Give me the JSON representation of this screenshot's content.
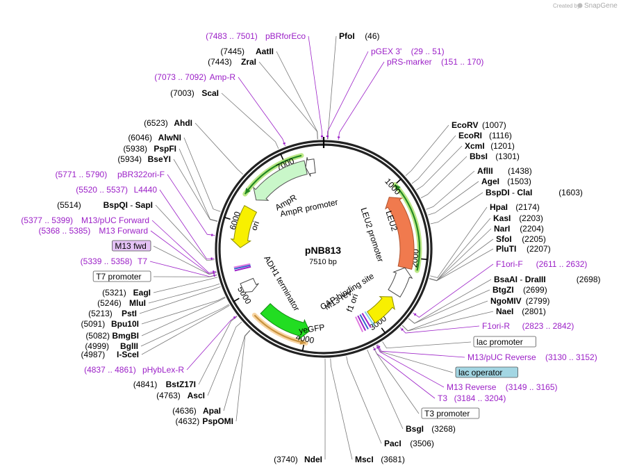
{
  "branding": {
    "created_by": "Created by",
    "product": "SnapGene"
  },
  "plasmid": {
    "name": "pNB813",
    "length": "7510 bp",
    "total_bp": 7510
  },
  "ticks": [
    {
      "bp": 1000,
      "label": "1000"
    },
    {
      "bp": 2000,
      "label": "2000"
    },
    {
      "bp": 3000,
      "label": "3000"
    },
    {
      "bp": 4000,
      "label": "4000"
    },
    {
      "bp": 5000,
      "label": "5000"
    },
    {
      "bp": 6000,
      "label": "6000"
    },
    {
      "bp": 7000,
      "label": "7000"
    }
  ],
  "features": [
    {
      "id": "leu2",
      "label": "LEU2",
      "start": 1080,
      "end": 2150,
      "color": "#f07a4e",
      "outline": "#b0522c"
    },
    {
      "id": "leu2-promoter",
      "label": "LEU2 promoter",
      "start": 2150,
      "end": 2550,
      "color": "#ffffff",
      "outline": "#444444"
    },
    {
      "id": "f1-ori",
      "label": "f1 ori",
      "start": 2610,
      "end": 3030,
      "color": "#f8f000",
      "outline": "#8a8a00"
    },
    {
      "id": "yegfp",
      "label": "yeGFP",
      "start": 3960,
      "end": 4680,
      "color": "#22dd22",
      "outline": "#118811"
    },
    {
      "id": "adh1-terminator",
      "label": "ADH1 terminator",
      "start": 4990,
      "end": 5160,
      "color": "#ffffff",
      "outline": "#444444"
    },
    {
      "id": "ori",
      "label": "ori",
      "start": 5650,
      "end": 6230,
      "color": "#f8f000",
      "outline": "#8a8a00"
    },
    {
      "id": "ampr",
      "label": "AmpR",
      "start": 6380,
      "end": 7250,
      "color": "#c9f7c9",
      "outline": "#555555"
    },
    {
      "id": "ampr-promoter",
      "label": "AmpR promoter",
      "start": 7250,
      "end": 7380,
      "color": "#ffffff",
      "outline": "#444444"
    }
  ],
  "small_features": [
    {
      "id": "cap-binding-site",
      "label": "CAP binding site"
    },
    {
      "id": "m13-rev",
      "label": "M13 rev"
    }
  ],
  "outer_arcs": [
    {
      "id": "leu2-orf",
      "start": 1000,
      "end": 2150,
      "color": "#228822",
      "glow": "#b5e57a"
    },
    {
      "id": "gfp-orf",
      "start": 3980,
      "end": 4720,
      "color": "#c8923e",
      "glow": "#f7d09a"
    },
    {
      "id": "ampr-orf",
      "start": 6360,
      "end": 7230,
      "color": "#228822",
      "glow": "#b5e57a"
    }
  ],
  "left_labels": [
    {
      "coord": "(7483 .. 7501)",
      "name": "pBRforEco",
      "type": "primer",
      "bp": 7492
    },
    {
      "coord": "(7445)",
      "name": "AatII",
      "type": "enzyme",
      "bp": 7445
    },
    {
      "coord": "(7443)",
      "name": "ZraI",
      "type": "enzyme",
      "bp": 7443
    },
    {
      "coord": "(7073 .. 7092)",
      "name": "Amp-R",
      "type": "primer",
      "bp": 7082
    },
    {
      "coord": "(7003)",
      "name": "ScaI",
      "type": "enzyme",
      "bp": 7003
    },
    {
      "coord": "(6523)",
      "name": "AhdI",
      "type": "enzyme",
      "bp": 6523
    },
    {
      "coord": "(6046)",
      "name": "AlwNI",
      "type": "enzyme",
      "bp": 6046
    },
    {
      "coord": "(5938)",
      "name": "PspFI",
      "type": "enzyme",
      "bp": 5938
    },
    {
      "coord": "(5934)",
      "name": "BseYI",
      "type": "enzyme",
      "bp": 5934
    },
    {
      "coord": "(5771 .. 5790)",
      "name": "pBR322ori-F",
      "type": "primer",
      "bp": 5780
    },
    {
      "coord": "(5520 .. 5537)",
      "name": "L4440",
      "type": "primer",
      "bp": 5528
    },
    {
      "coord": "(5514)",
      "name": "BspQI",
      "name2": "SapI",
      "type": "enzyme",
      "bp": 5514
    },
    {
      "coord": "(5377 .. 5399)",
      "name": "M13/pUC Forward",
      "type": "primer",
      "bp": 5388
    },
    {
      "coord": "(5368 .. 5385)",
      "name": "M13 Forward",
      "type": "primer",
      "bp": 5376
    },
    {
      "coord": "",
      "name": "M13 fwd",
      "type": "box-purple",
      "bp": 5372
    },
    {
      "coord": "(5339 .. 5358)",
      "name": "T7",
      "type": "primer",
      "bp": 5348
    },
    {
      "coord": "",
      "name": "T7 promoter",
      "type": "box-white",
      "bp": 5345
    },
    {
      "coord": "(5321)",
      "name": "EagI",
      "type": "enzyme",
      "bp": 5321
    },
    {
      "coord": "(5246)",
      "name": "MluI",
      "type": "enzyme",
      "bp": 5246
    },
    {
      "coord": "(5213)",
      "name": "PstI",
      "type": "enzyme",
      "bp": 5213
    },
    {
      "coord": "(5091)",
      "name": "Bpu10I",
      "type": "enzyme",
      "bp": 5091
    },
    {
      "coord": "(5082)",
      "name": "BmgBI",
      "type": "enzyme",
      "bp": 5082
    },
    {
      "coord": "(4999)",
      "name": "BglII",
      "type": "enzyme",
      "bp": 4999
    },
    {
      "coord": "(4987)",
      "name": "I-SceI",
      "type": "enzyme",
      "bp": 4987
    },
    {
      "coord": "(4837 .. 4861)",
      "name": "pHybLex-R",
      "type": "primer",
      "bp": 4849
    },
    {
      "coord": "(4841)",
      "name": "BstZ17I",
      "type": "enzyme",
      "bp": 4841
    },
    {
      "coord": "(4763)",
      "name": "AscI",
      "type": "enzyme",
      "bp": 4763
    },
    {
      "coord": "(4636)",
      "name": "ApaI",
      "type": "enzyme",
      "bp": 4636
    },
    {
      "coord": "(4632)",
      "name": "PspOMI",
      "type": "enzyme",
      "bp": 4632
    },
    {
      "coord": "(3740)",
      "name": "NdeI",
      "type": "enzyme",
      "bp": 3740
    }
  ],
  "right_labels": [
    {
      "coord": "(46)",
      "name": "PfoI",
      "type": "enzyme",
      "bp": 46
    },
    {
      "coord": "(29 .. 51)",
      "name": "pGEX 3'",
      "type": "primer",
      "bp": 40
    },
    {
      "coord": "(151 .. 170)",
      "name": "pRS-marker",
      "type": "primer",
      "bp": 160
    },
    {
      "coord": "(1007)",
      "name": "EcoRV",
      "type": "enzyme",
      "bp": 1007
    },
    {
      "coord": "(1116)",
      "name": "EcoRI",
      "type": "enzyme",
      "bp": 1116
    },
    {
      "coord": "(1201)",
      "name": "XcmI",
      "type": "enzyme",
      "bp": 1201
    },
    {
      "coord": "(1301)",
      "name": "BbsI",
      "type": "enzyme",
      "bp": 1301
    },
    {
      "coord": "(1438)",
      "name": "AflII",
      "type": "enzyme",
      "bp": 1438
    },
    {
      "coord": "(1503)",
      "name": "AgeI",
      "type": "enzyme",
      "bp": 1503
    },
    {
      "coord": "(1603)",
      "name": "BspDI",
      "name2": "ClaI",
      "type": "enzyme",
      "bp": 1603
    },
    {
      "coord": "(2174)",
      "name": "HpaI",
      "type": "enzyme",
      "bp": 2174
    },
    {
      "coord": "(2203)",
      "name": "KasI",
      "type": "enzyme",
      "bp": 2203
    },
    {
      "coord": "(2204)",
      "name": "NarI",
      "type": "enzyme",
      "bp": 2204
    },
    {
      "coord": "(2205)",
      "name": "SfoI",
      "type": "enzyme",
      "bp": 2205
    },
    {
      "coord": "(2207)",
      "name": "PluTI",
      "type": "enzyme",
      "bp": 2207
    },
    {
      "coord": "(2611 .. 2632)",
      "name": "F1ori-F",
      "type": "primer",
      "bp": 2621
    },
    {
      "coord": "(2698)",
      "name": "BsaAI",
      "name2": "DraIII",
      "type": "enzyme",
      "bp": 2698
    },
    {
      "coord": "(2699)",
      "name": "BtgZI",
      "type": "enzyme",
      "bp": 2699
    },
    {
      "coord": "(2799)",
      "name": "NgoMIV",
      "type": "enzyme",
      "bp": 2799
    },
    {
      "coord": "(2801)",
      "name": "NaeI",
      "type": "enzyme",
      "bp": 2801
    },
    {
      "coord": "(2823 .. 2842)",
      "name": "F1ori-R",
      "type": "primer",
      "bp": 2832
    },
    {
      "coord": "",
      "name": "lac promoter",
      "type": "box-white",
      "bp": 3080
    },
    {
      "coord": "(3130 .. 3152)",
      "name": "M13/pUC Reverse",
      "type": "primer",
      "bp": 3141
    },
    {
      "coord": "",
      "name": "lac operator",
      "type": "box-cyan",
      "bp": 3150
    },
    {
      "coord": "(3149 .. 3165)",
      "name": "M13 Reverse",
      "type": "primer",
      "bp": 3157
    },
    {
      "coord": "(3184 .. 3204)",
      "name": "T3",
      "type": "primer",
      "bp": 3194
    },
    {
      "coord": "",
      "name": "T3 promoter",
      "type": "box-white",
      "bp": 3195
    },
    {
      "coord": "(3268)",
      "name": "BsgI",
      "type": "enzyme",
      "bp": 3268
    },
    {
      "coord": "(3506)",
      "name": "PacI",
      "type": "enzyme",
      "bp": 3506
    },
    {
      "coord": "(3681)",
      "name": "MscI",
      "type": "enzyme",
      "bp": 3681
    }
  ],
  "colors": {
    "primer": "#9b1fc7",
    "enzyme": "#000000",
    "box_purple_fill": "#e4c2f5",
    "box_cyan_fill": "#a3d6e3",
    "box_white_fill": "#ffffff",
    "backbone": "#222222"
  }
}
